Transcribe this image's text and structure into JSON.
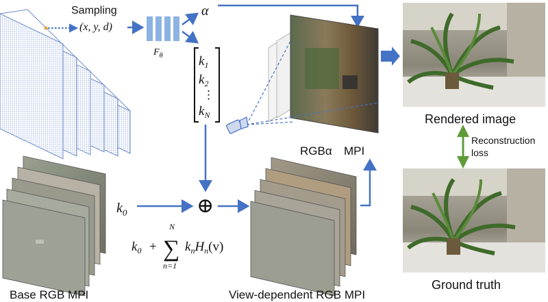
{
  "labels": {
    "sampling": "Sampling",
    "sampling_coords": "(x, y, d)",
    "network": "F",
    "network_sub": "θ",
    "alpha": "α",
    "k1": "k",
    "k1_sub": "1",
    "k2": "k",
    "k2_sub": "2",
    "kdots": "⋮",
    "kN": "k",
    "kN_sub": "N",
    "k0": "k",
    "k0_sub": "0",
    "oplus": "⊕",
    "rgba": "RGBα",
    "mpi": "MPI",
    "rendered": "Rendered image",
    "loss_line1": "Reconstruction",
    "loss_line2": "loss",
    "ground_truth": "Ground truth",
    "base_mpi": "Base RGB MPI",
    "view_mpi": "View-dependent RGB MPI",
    "formula_k0": "k",
    "formula_k0_sub": "0",
    "formula_plus": "+",
    "formula_sigma": "∑",
    "formula_upper": "N",
    "formula_lower": "n=1",
    "formula_term": "k",
    "formula_term_sub": "n",
    "formula_H": "H",
    "formula_H_sub": "n",
    "formula_arg": "(v)"
  },
  "colors": {
    "arrow_blue": "#4472c4",
    "grid_blue": "#7f9bd4",
    "network_blue": "#8db3e2",
    "loss_green": "#5e9b3a"
  }
}
